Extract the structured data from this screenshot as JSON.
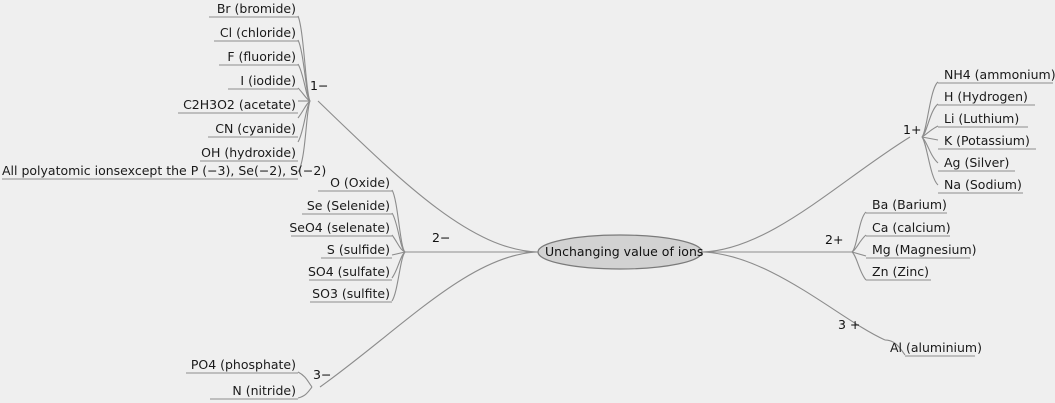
{
  "diagram": {
    "type": "mind-map",
    "title": "Unchanging value of ions",
    "background_color": "#efefef",
    "edge_color": "#8c8c8c",
    "central_node_fill": "#d2d2d2",
    "central_node_stroke": "#7a7a7a",
    "text_color": "#1a1a1a"
  },
  "center": {
    "label": "Unchanging value of ions"
  },
  "branches": {
    "left": [
      {
        "id": "minus1",
        "label": "1−",
        "leaves": [
          {
            "label": "Br (bromide)"
          },
          {
            "label": "Cl (chloride)"
          },
          {
            "label": "F (fluoride)"
          },
          {
            "label": "I (iodide)"
          },
          {
            "label": "C2H3O2 (acetate)"
          },
          {
            "label": "CN (cyanide)"
          },
          {
            "label": "OH (hydroxide)"
          },
          {
            "label": "All polyatomic ionsexcept the P (−3), Se(−2), S(−2)"
          }
        ]
      },
      {
        "id": "minus2",
        "label": "2−",
        "leaves": [
          {
            "label": "O (Oxide)"
          },
          {
            "label": "Se (Selenide)"
          },
          {
            "label": "SeO4 (selenate)"
          },
          {
            "label": "S (sulfide)"
          },
          {
            "label": "SO4 (sulfate)"
          },
          {
            "label": "SO3 (sulfite)"
          }
        ]
      },
      {
        "id": "minus3",
        "label": "3−",
        "leaves": [
          {
            "label": "PO4 (phosphate)"
          },
          {
            "label": "N (nitride)"
          }
        ]
      }
    ],
    "right": [
      {
        "id": "plus1",
        "label": "1+",
        "leaves": [
          {
            "label": "NH4 (ammonium)"
          },
          {
            "label": "H (Hydrogen)"
          },
          {
            "label": "Li (Luthium)"
          },
          {
            "label": "K (Potassium)"
          },
          {
            "label": "Ag (Silver)"
          },
          {
            "label": "Na (Sodium)"
          }
        ]
      },
      {
        "id": "plus2",
        "label": "2+",
        "leaves": [
          {
            "label": "Ba (Barium)"
          },
          {
            "label": "Ca (calcium)"
          },
          {
            "label": "Mg (Magnesium)"
          },
          {
            "label": "Zn (Zinc)"
          }
        ]
      },
      {
        "id": "plus3",
        "label": "3 +",
        "leaves": [
          {
            "label": "Al (aluminium)"
          }
        ]
      }
    ]
  }
}
